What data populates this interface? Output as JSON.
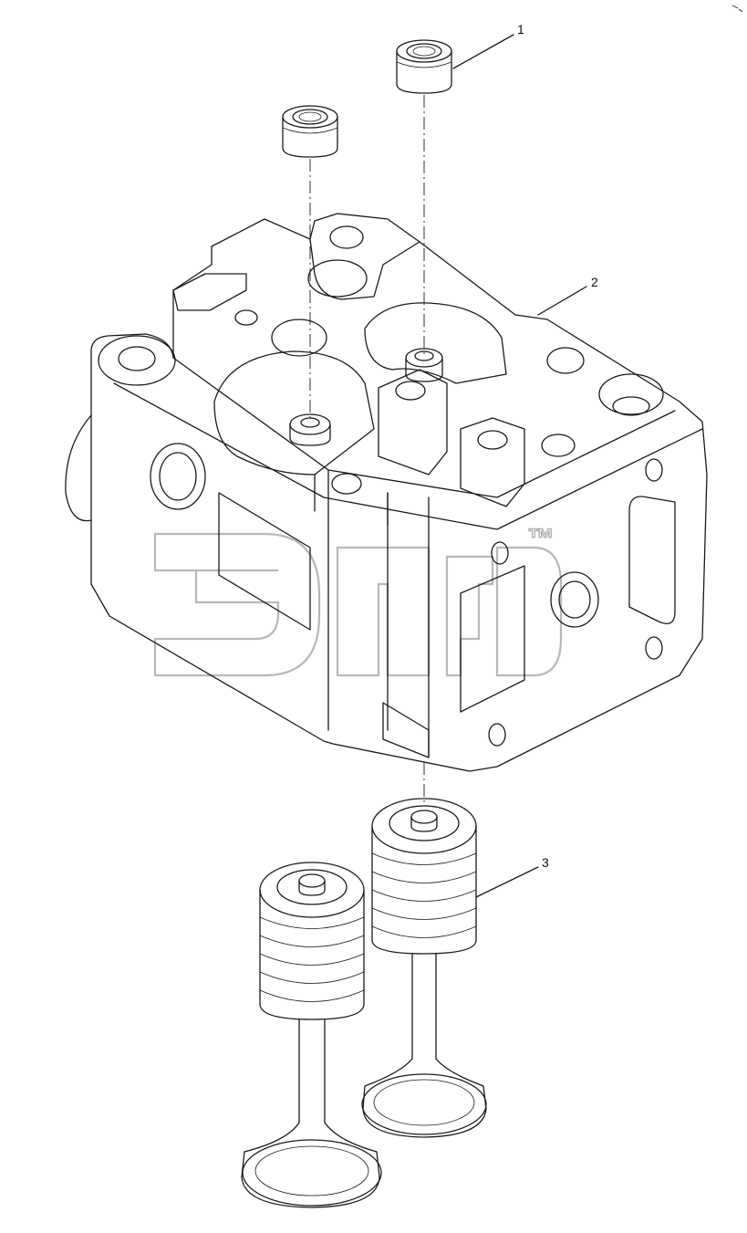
{
  "diagram": {
    "callouts": [
      {
        "id": "1",
        "label": "1"
      },
      {
        "id": "2",
        "label": "2"
      },
      {
        "id": "3",
        "label": "3"
      }
    ],
    "watermark": {
      "trademark": "™"
    }
  }
}
